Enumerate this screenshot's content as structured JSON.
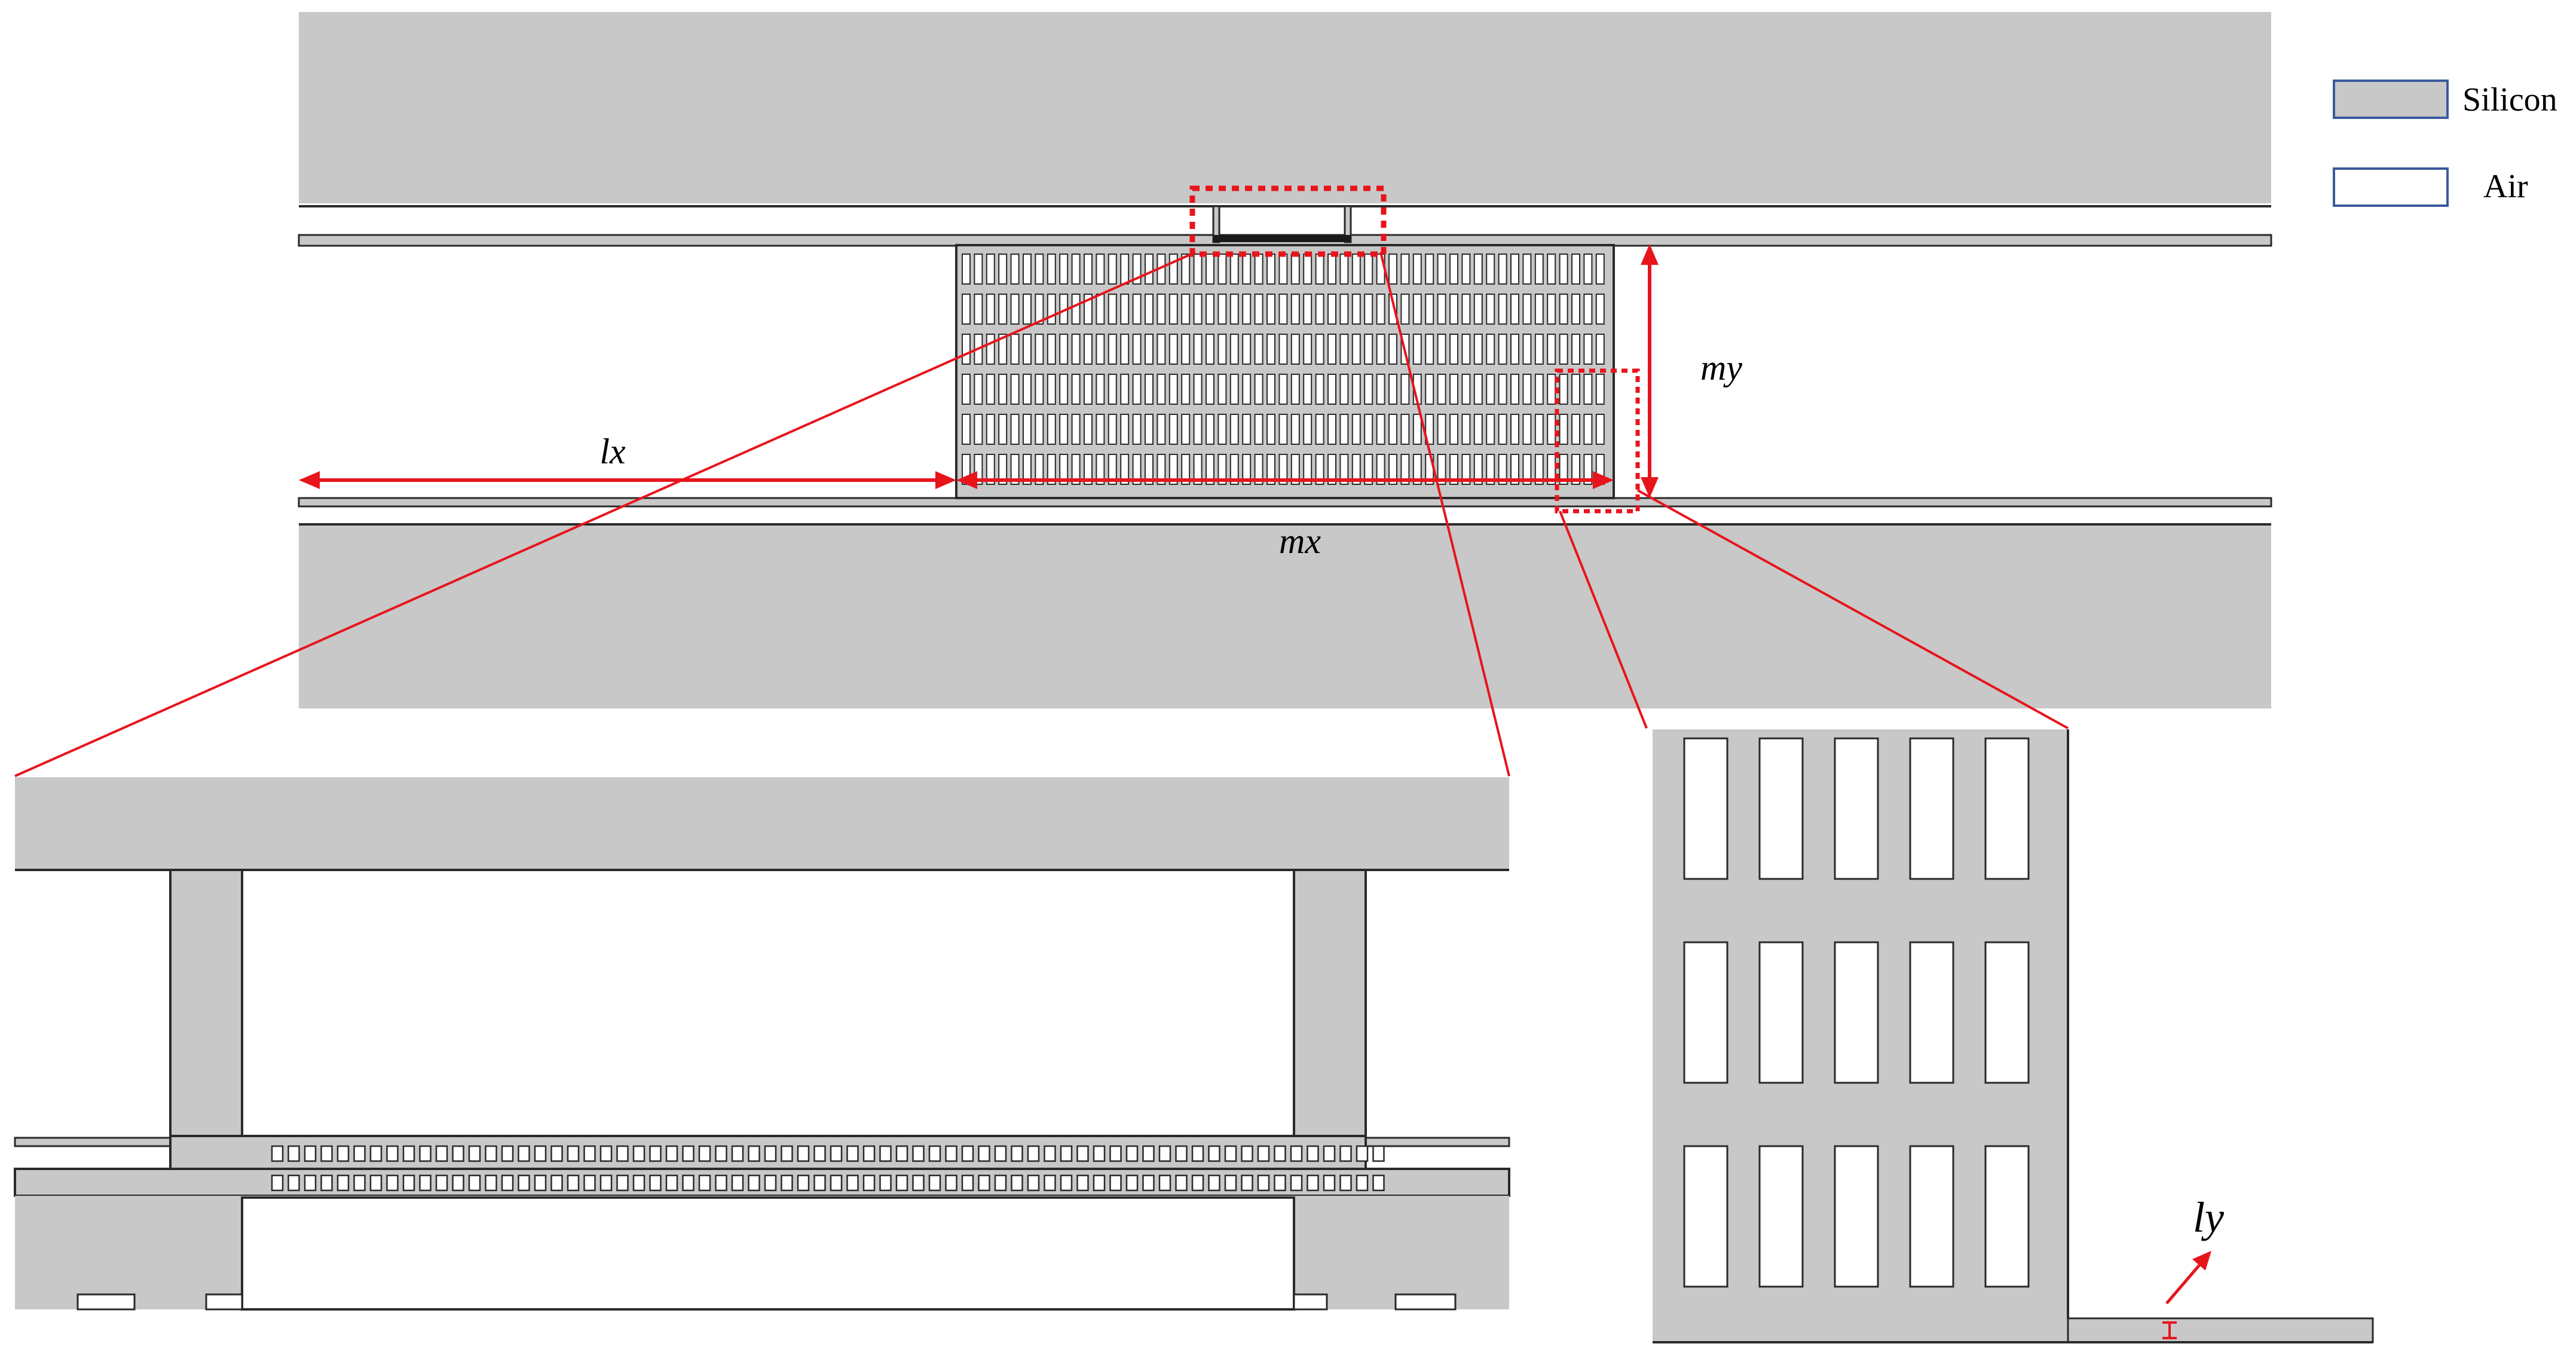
{
  "legend": {
    "items": [
      {
        "label": "Silicon",
        "fill": "#c8c8c8",
        "stroke": "#3b5a9a"
      },
      {
        "label": "Air",
        "fill": "#ffffff",
        "stroke": "#3b5a9a"
      }
    ]
  },
  "dimensions": {
    "lx": "lx",
    "mx": "mx",
    "my": "my",
    "ly": "ly"
  },
  "colors": {
    "silicon": "#c8c8c8",
    "air": "#ffffff",
    "outline": "#2a2a2a",
    "annotation": "#e8141c"
  }
}
